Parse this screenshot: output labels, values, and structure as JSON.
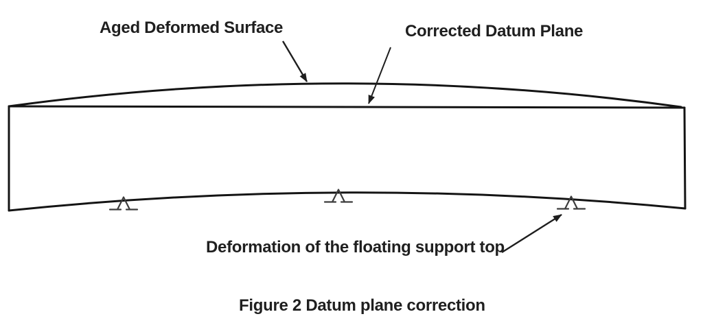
{
  "figure": {
    "labels": {
      "aged_surface": "Aged Deformed Surface",
      "corrected_plane": "Corrected Datum Plane",
      "support_deformation": "Deformation of the floating support top"
    },
    "caption": "Figure 2 Datum plane correction",
    "colors": {
      "outline": "#141414",
      "support": "#3c3c3c",
      "arrow": "#1e1e1e",
      "text": "#1f1f1f",
      "background": "#ffffff"
    }
  }
}
